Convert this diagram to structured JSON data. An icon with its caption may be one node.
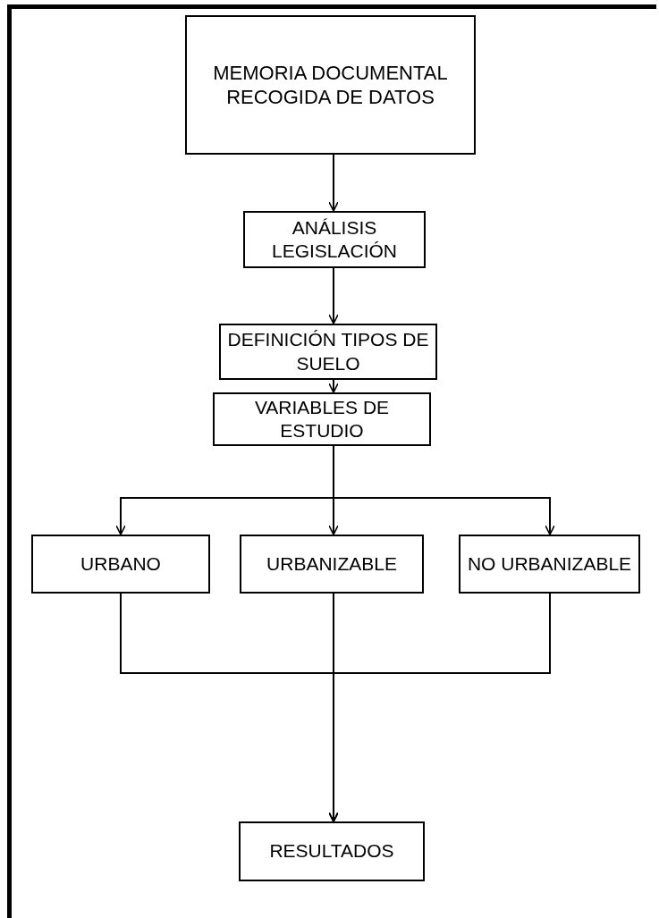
{
  "diagram": {
    "nodes": [
      {
        "text": [
          "MEMORIA DOCUMENTAL RECOGIDA DE DATOS"
        ]
      },
      {
        "text": [
          "ANÁLISIS LEGISLACIÓN"
        ]
      },
      {
        "text": [
          "DEFINICIÓN TIPOS DE SUELO"
        ]
      },
      {
        "text": [
          "VARIABLES DE ESTUDIO"
        ]
      },
      {
        "text": [
          "URBANO"
        ]
      },
      {
        "text": [
          "URBANIZABLE"
        ]
      },
      {
        "text": [
          "NO URBANIZABLE"
        ]
      },
      {
        "text": [
          "RESULTADOS"
        ]
      }
    ],
    "edges": [
      {
        "from": 0,
        "to": 1,
        "arrow": "to"
      },
      {
        "from": 1,
        "to": 2,
        "arrow": "to"
      },
      {
        "from": 2,
        "to": 3,
        "arrow": "to"
      },
      {
        "from": 3,
        "to": 4,
        "arrow": "to"
      },
      {
        "from": 3,
        "to": 5,
        "arrow": "to"
      },
      {
        "from": 3,
        "to": 6,
        "arrow": "to"
      },
      {
        "from": 4,
        "to": 7,
        "arrow": "to"
      },
      {
        "from": 5,
        "to": 7,
        "arrow": "to"
      },
      {
        "from": 6,
        "to": 7,
        "arrow": "to"
      }
    ]
  }
}
